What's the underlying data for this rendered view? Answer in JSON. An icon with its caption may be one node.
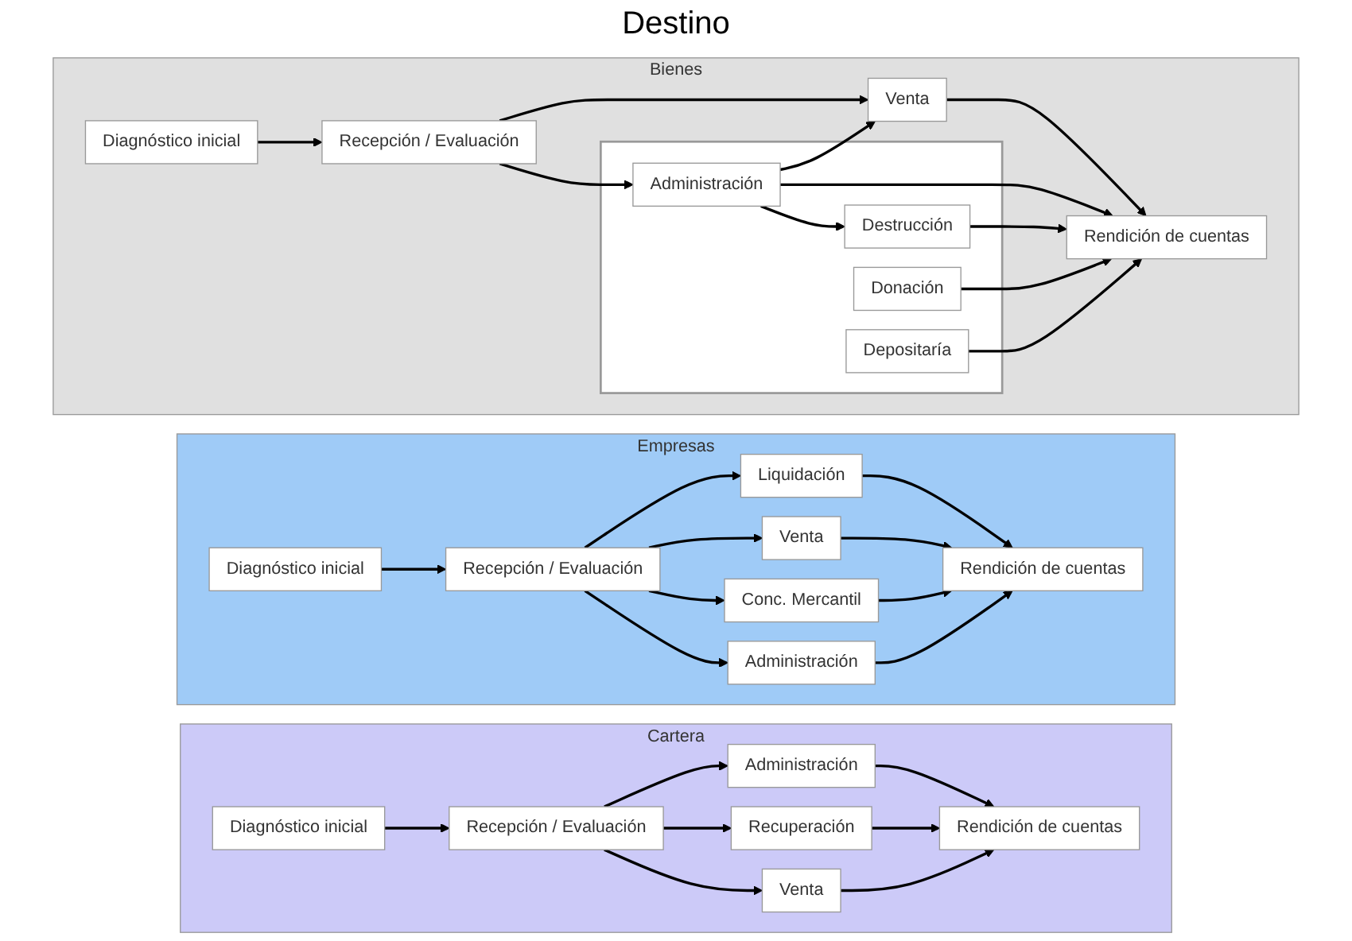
{
  "diagram": {
    "nodes": [
      {
        "text": [
          "Bienes"
        ]
      },
      {
        "text": [
          "Diagnóstico inicial"
        ],
        "in": 0
      },
      {
        "text": [
          "Recepción / Evaluación"
        ],
        "in": 0
      },
      {
        "text": [
          "Venta"
        ],
        "in": 0
      },
      {
        "text": [],
        "shape": "box",
        "in": 0
      },
      {
        "text": [
          "Administración"
        ],
        "in": 4
      },
      {
        "text": [
          "Destrucción"
        ],
        "in": 4
      },
      {
        "text": [
          "Donación"
        ],
        "in": 4
      },
      {
        "text": [
          "Depositaría"
        ],
        "in": 4
      },
      {
        "text": [
          "Rendición de cuentas"
        ],
        "in": 0
      },
      {
        "text": [
          "Empresas"
        ]
      },
      {
        "text": [
          "Diagnóstico inicial"
        ],
        "in": 10
      },
      {
        "text": [
          "Recepción / Evaluación"
        ],
        "in": 10
      },
      {
        "text": [
          "Liquidación"
        ],
        "in": 10
      },
      {
        "text": [
          "Venta"
        ],
        "in": 10
      },
      {
        "text": [
          "Conc. Mercantil"
        ],
        "in": 10
      },
      {
        "text": [
          "Administración"
        ],
        "in": 10
      },
      {
        "text": [
          "Rendición de cuentas"
        ],
        "in": 10
      },
      {
        "text": [
          "Cartera"
        ]
      },
      {
        "text": [
          "Diagnóstico inicial"
        ],
        "in": 18
      },
      {
        "text": [
          "Recepción / Evaluación"
        ],
        "in": 18
      },
      {
        "text": [
          "Administración"
        ],
        "in": 18
      },
      {
        "text": [
          "Recuperación"
        ],
        "in": 18
      },
      {
        "text": [
          "Venta"
        ],
        "in": 18
      },
      {
        "text": [
          "Rendición de cuentas"
        ],
        "in": 18
      }
    ],
    "edges": [
      {
        "from": 1,
        "to": 2,
        "arrow": "to"
      },
      {
        "from": 2,
        "to": 3,
        "arrow": "to"
      },
      {
        "from": 2,
        "to": 5,
        "arrow": "to"
      },
      {
        "from": 5,
        "to": 3,
        "arrow": "to"
      },
      {
        "from": 5,
        "to": 6,
        "arrow": "to"
      },
      {
        "from": 3,
        "to": 9,
        "arrow": "to"
      },
      {
        "from": 5,
        "to": 9,
        "arrow": "to"
      },
      {
        "from": 6,
        "to": 9,
        "arrow": "to"
      },
      {
        "from": 7,
        "to": 9,
        "arrow": "to"
      },
      {
        "from": 8,
        "to": 9,
        "arrow": "to"
      },
      {
        "from": 11,
        "to": 12,
        "arrow": "to"
      },
      {
        "from": 12,
        "to": 13,
        "arrow": "to"
      },
      {
        "from": 12,
        "to": 14,
        "arrow": "to"
      },
      {
        "from": 12,
        "to": 15,
        "arrow": "to"
      },
      {
        "from": 12,
        "to": 16,
        "arrow": "to"
      },
      {
        "from": 13,
        "to": 17,
        "arrow": "to"
      },
      {
        "from": 14,
        "to": 17,
        "arrow": "to"
      },
      {
        "from": 15,
        "to": 17,
        "arrow": "to"
      },
      {
        "from": 16,
        "to": 17,
        "arrow": "to"
      },
      {
        "from": 19,
        "to": 20,
        "arrow": "to"
      },
      {
        "from": 20,
        "to": 21,
        "arrow": "to"
      },
      {
        "from": 20,
        "to": 22,
        "arrow": "to"
      },
      {
        "from": 20,
        "to": 23,
        "arrow": "to"
      },
      {
        "from": 21,
        "to": 24,
        "arrow": "to"
      },
      {
        "from": 22,
        "to": 24,
        "arrow": "to"
      },
      {
        "from": 23,
        "to": 24,
        "arrow": "to"
      }
    ],
    "labels": [
      "Destino"
    ]
  }
}
